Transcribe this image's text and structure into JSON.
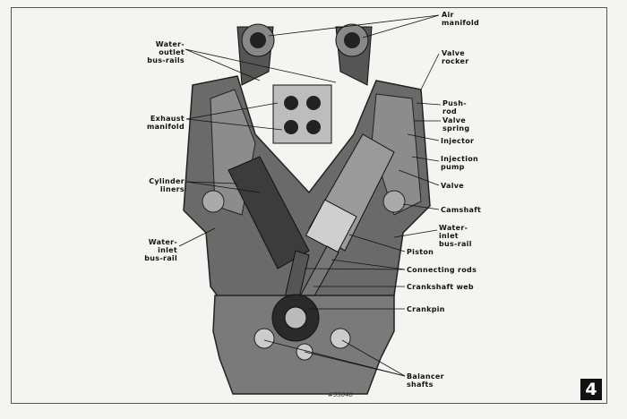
{
  "figure_number": "4",
  "serial": "#53640",
  "labels": {
    "air_manifold": [
      "Air",
      "manifold"
    ],
    "water_outlet": [
      "Water-",
      "outlet",
      "bus-rails"
    ],
    "valve_rocker": [
      "Valve",
      "rocker"
    ],
    "push_rod": [
      "Push-",
      "rod"
    ],
    "valve_spring": [
      "Valve",
      "spring"
    ],
    "exhaust_manifold": [
      "Exhaust",
      "manifold"
    ],
    "injector": [
      "Injector"
    ],
    "injection_pump": [
      "Injection",
      "pump"
    ],
    "cylinder_liners": [
      "Cylinder",
      "liners"
    ],
    "valve": [
      "Valve"
    ],
    "camshaft": [
      "Camshaft"
    ],
    "water_inlet_right": [
      "Water-",
      "inlet",
      "bus-rail"
    ],
    "water_inlet_left": [
      "Water-",
      "inlet",
      "bus-rail"
    ],
    "piston": [
      "Piston"
    ],
    "connecting_rods": [
      "Connecting rods"
    ],
    "crankshaft_web": [
      "Crankshaft web"
    ],
    "crankpin": [
      "Crankpin"
    ],
    "balancer_shafts": [
      "Balancer",
      "shafts"
    ]
  }
}
